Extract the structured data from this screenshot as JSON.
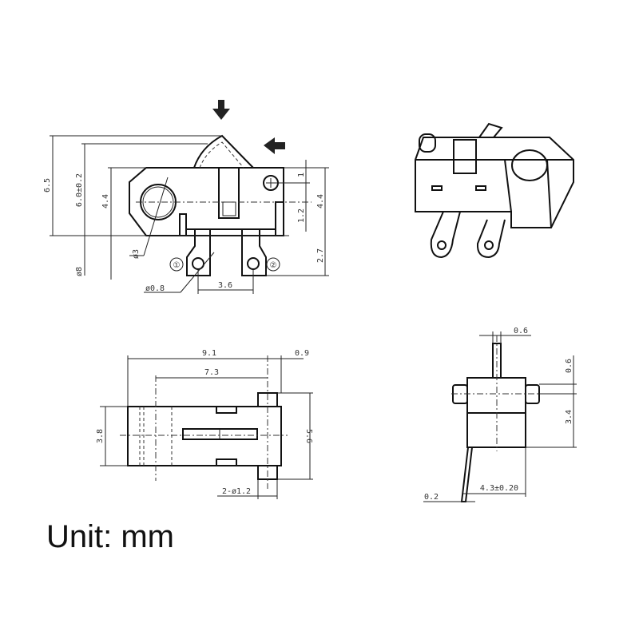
{
  "front_view": {
    "dims": {
      "total_height": "6.5",
      "lever_height": "6.0±0.2",
      "body_height_left": "4.4",
      "top_to_hole": "1",
      "hole_to_center": "1.2",
      "body_height_right": "4.4",
      "terminal_length": "2.7",
      "big_hole_dia": "ø3",
      "left_bottom": "ø8",
      "terminal_hole_dia": "ø0.8",
      "terminal_pitch": "3.6"
    },
    "terminal_labels": [
      "①",
      "②"
    ]
  },
  "top_view": {
    "dims": {
      "overall_length": "9.1",
      "pin_width": "0.9",
      "inner_length": "7.3",
      "body_width": "3.8",
      "pin_span": "5.6",
      "pin_dia": "2-ø1.2"
    }
  },
  "side_view": {
    "dims": {
      "actuator_width": "0.6",
      "pin_offset": "0.6",
      "body_height": "3.4",
      "leg_thickness": "0.2",
      "leg_offset": "4.3±0.20"
    }
  },
  "unit_label": "Unit: mm"
}
